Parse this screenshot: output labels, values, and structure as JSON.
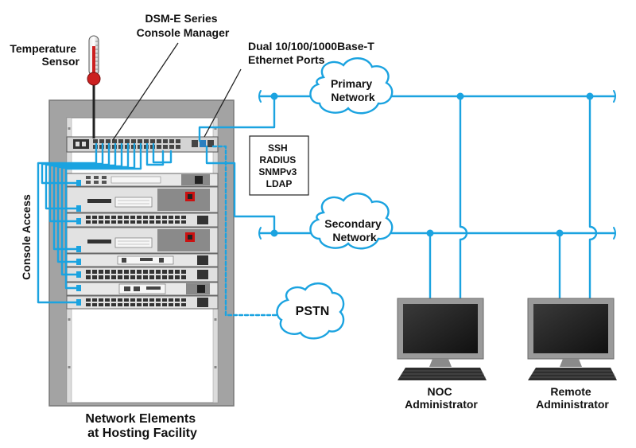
{
  "labels": {
    "temperature_sensor": [
      "Temperature",
      "Sensor"
    ],
    "console_manager": [
      "DSM-E Series",
      "Console Manager"
    ],
    "ethernet_ports": [
      "Dual 10/100/1000Base-T",
      "Ethernet Ports"
    ],
    "console_access": "Console Access",
    "primary_network": [
      "Primary",
      "Network"
    ],
    "secondary_network": [
      "Secondary",
      "Network"
    ],
    "pstn": "PSTN",
    "protocols": [
      "SSH",
      "RADIUS",
      "SNMPv3",
      "LDAP"
    ],
    "noc_admin": [
      "NOC",
      "Administrator"
    ],
    "remote_admin": [
      "Remote",
      "Administrator"
    ],
    "hosting_facility": [
      "Network Elements",
      "at Hosting Facility"
    ]
  },
  "colors": {
    "network_link": "#1ba3e0",
    "rack": "#a3a3a3",
    "cloud_fill": "#ffffff",
    "cloud_stroke": "#1ba3e0",
    "thermometer_red": "#cc2020",
    "monitor_gray": "#9a9a9a",
    "screen": "#1e1e1e"
  },
  "icons": {
    "sensor": "thermometer-icon",
    "cloud": "cloud-icon",
    "workstation": "computer-monitor-icon",
    "rack": "equipment-rack-icon"
  }
}
